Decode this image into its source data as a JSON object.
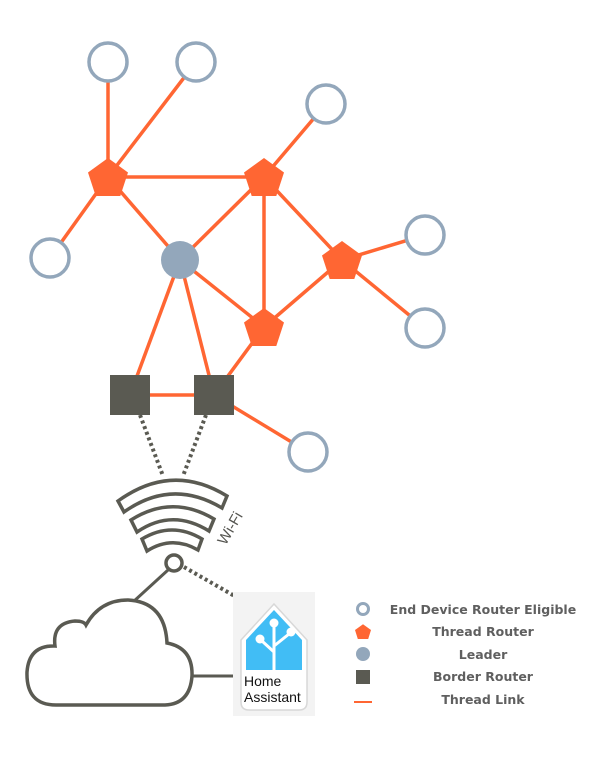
{
  "diagram": {
    "title": "Thread network topology",
    "colors": {
      "thread_link": "#ff6633",
      "thread_router": "#ff6633",
      "end_device": "#93a7bb",
      "leader": "#93a7bb",
      "border_router": "#5a5a52",
      "infrastructure": "#5a5a52",
      "home_assistant_blue": "#41bdf5"
    },
    "nodes": [
      {
        "id": "ed1",
        "type": "end_device"
      },
      {
        "id": "ed2",
        "type": "end_device"
      },
      {
        "id": "ed3",
        "type": "end_device"
      },
      {
        "id": "ed4",
        "type": "end_device"
      },
      {
        "id": "ed5",
        "type": "end_device"
      },
      {
        "id": "ed6",
        "type": "end_device"
      },
      {
        "id": "ed7",
        "type": "end_device"
      },
      {
        "id": "tr1",
        "type": "thread_router"
      },
      {
        "id": "tr2",
        "type": "thread_router"
      },
      {
        "id": "tr3",
        "type": "thread_router"
      },
      {
        "id": "tr4",
        "type": "thread_router"
      },
      {
        "id": "leader",
        "type": "leader"
      },
      {
        "id": "br1",
        "type": "border_router"
      },
      {
        "id": "br2",
        "type": "border_router"
      }
    ],
    "thread_links": [
      [
        "tr1",
        "ed1"
      ],
      [
        "tr1",
        "ed2"
      ],
      [
        "tr1",
        "ed3"
      ],
      [
        "tr1",
        "tr2"
      ],
      [
        "tr1",
        "leader"
      ],
      [
        "tr2",
        "ed4"
      ],
      [
        "tr2",
        "leader"
      ],
      [
        "tr2",
        "tr4"
      ],
      [
        "tr2",
        "tr3"
      ],
      [
        "tr3",
        "ed5"
      ],
      [
        "tr3",
        "ed6"
      ],
      [
        "tr3",
        "tr4"
      ],
      [
        "leader",
        "tr4"
      ],
      [
        "leader",
        "br1"
      ],
      [
        "leader",
        "br2"
      ],
      [
        "tr4",
        "br2"
      ],
      [
        "br1",
        "br2"
      ],
      [
        "br2",
        "ed7"
      ]
    ],
    "wifi_label": "Wi-Fi",
    "home_assistant": {
      "line1": "Home",
      "line2": "Assistant"
    }
  },
  "legend": {
    "items": [
      {
        "label": "End Device Router Eligible",
        "icon": "ring-icon"
      },
      {
        "label": "Thread Router",
        "icon": "pentagon-icon"
      },
      {
        "label": "Leader",
        "icon": "dot-icon"
      },
      {
        "label": "Border Router",
        "icon": "square-icon"
      },
      {
        "label": "Thread Link",
        "icon": "line-icon"
      }
    ]
  }
}
